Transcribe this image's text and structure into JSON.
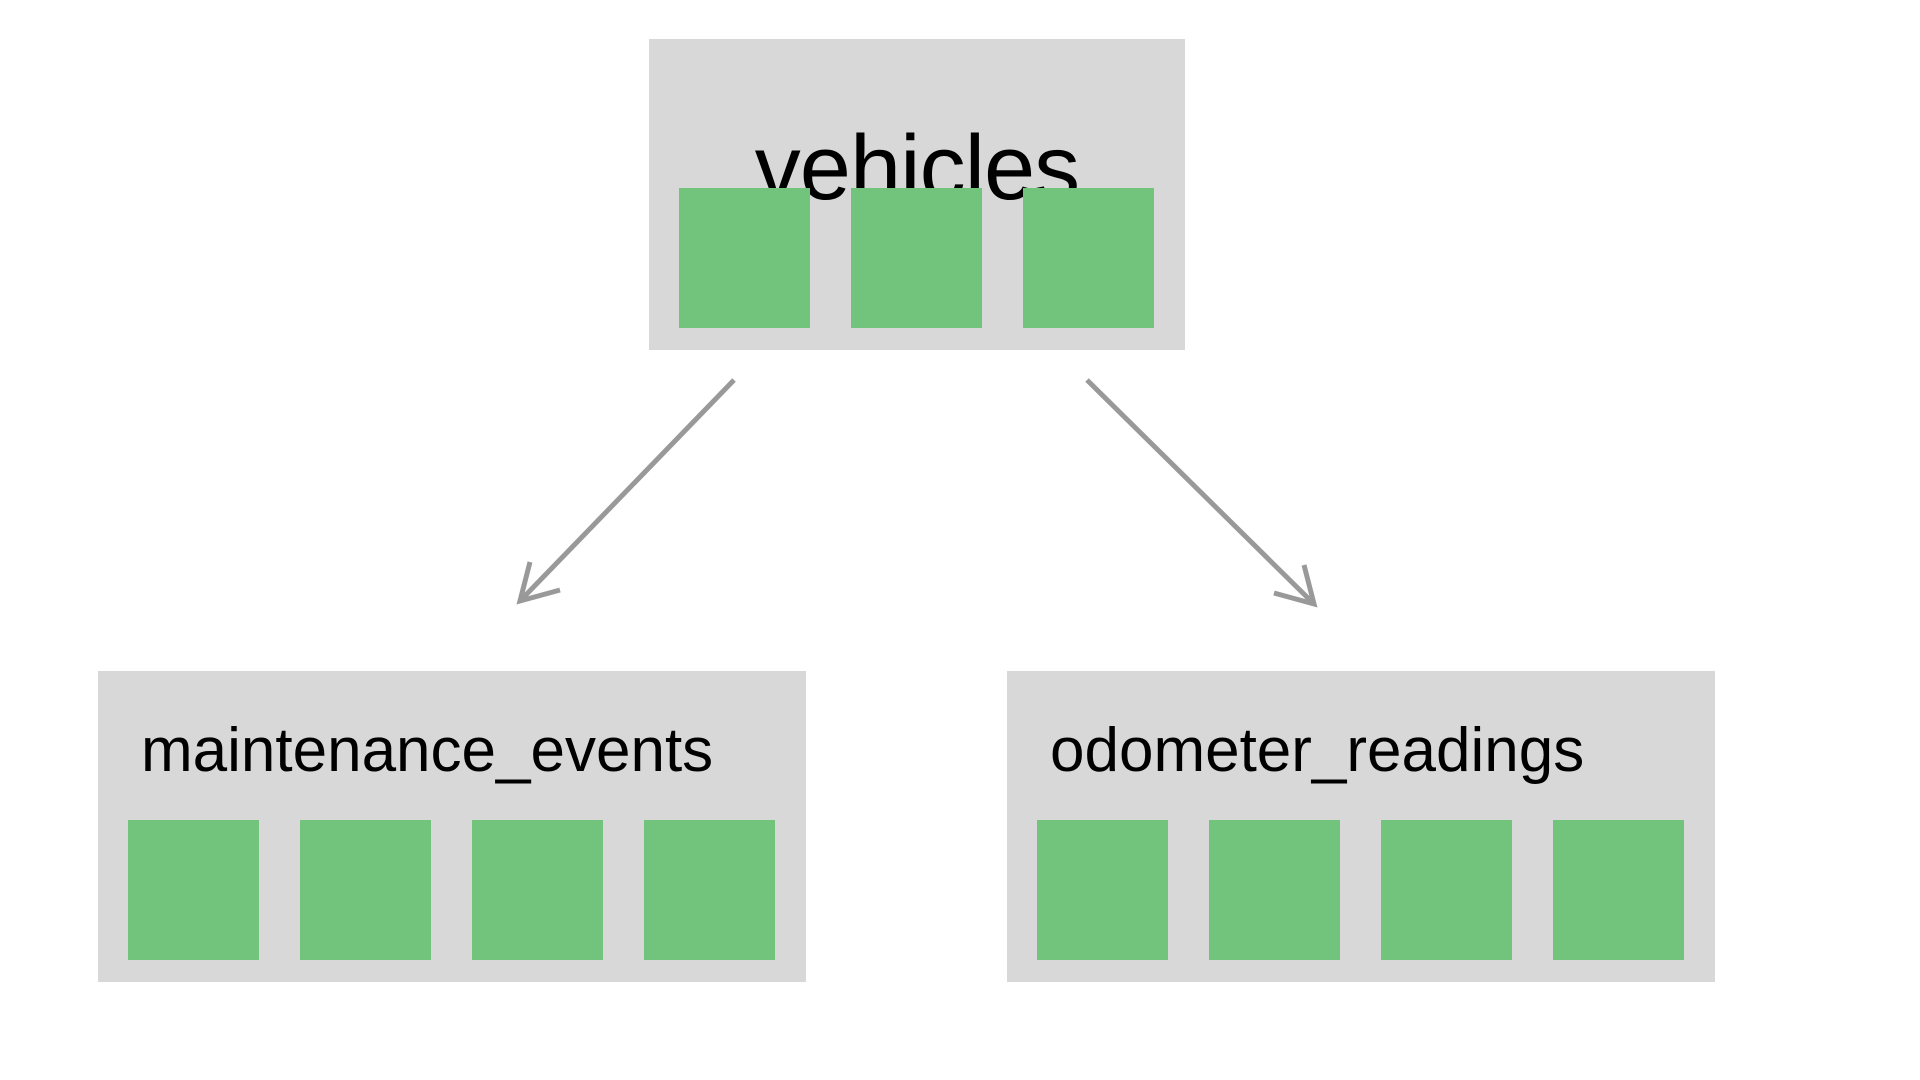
{
  "diagram": {
    "colors": {
      "box_fill": "#d8d8d8",
      "cell_fill": "#72c47c",
      "arrow": "#999999",
      "text": "#000000"
    },
    "tables": [
      {
        "id": "vehicles",
        "label": "vehicles",
        "cell_count": 3
      },
      {
        "id": "maintenance_events",
        "label": "maintenance_events",
        "cell_count": 4
      },
      {
        "id": "odometer_readings",
        "label": "odometer_readings",
        "cell_count": 4
      }
    ],
    "edges": [
      {
        "from": "vehicles",
        "to": "maintenance_events"
      },
      {
        "from": "vehicles",
        "to": "odometer_readings"
      }
    ]
  }
}
